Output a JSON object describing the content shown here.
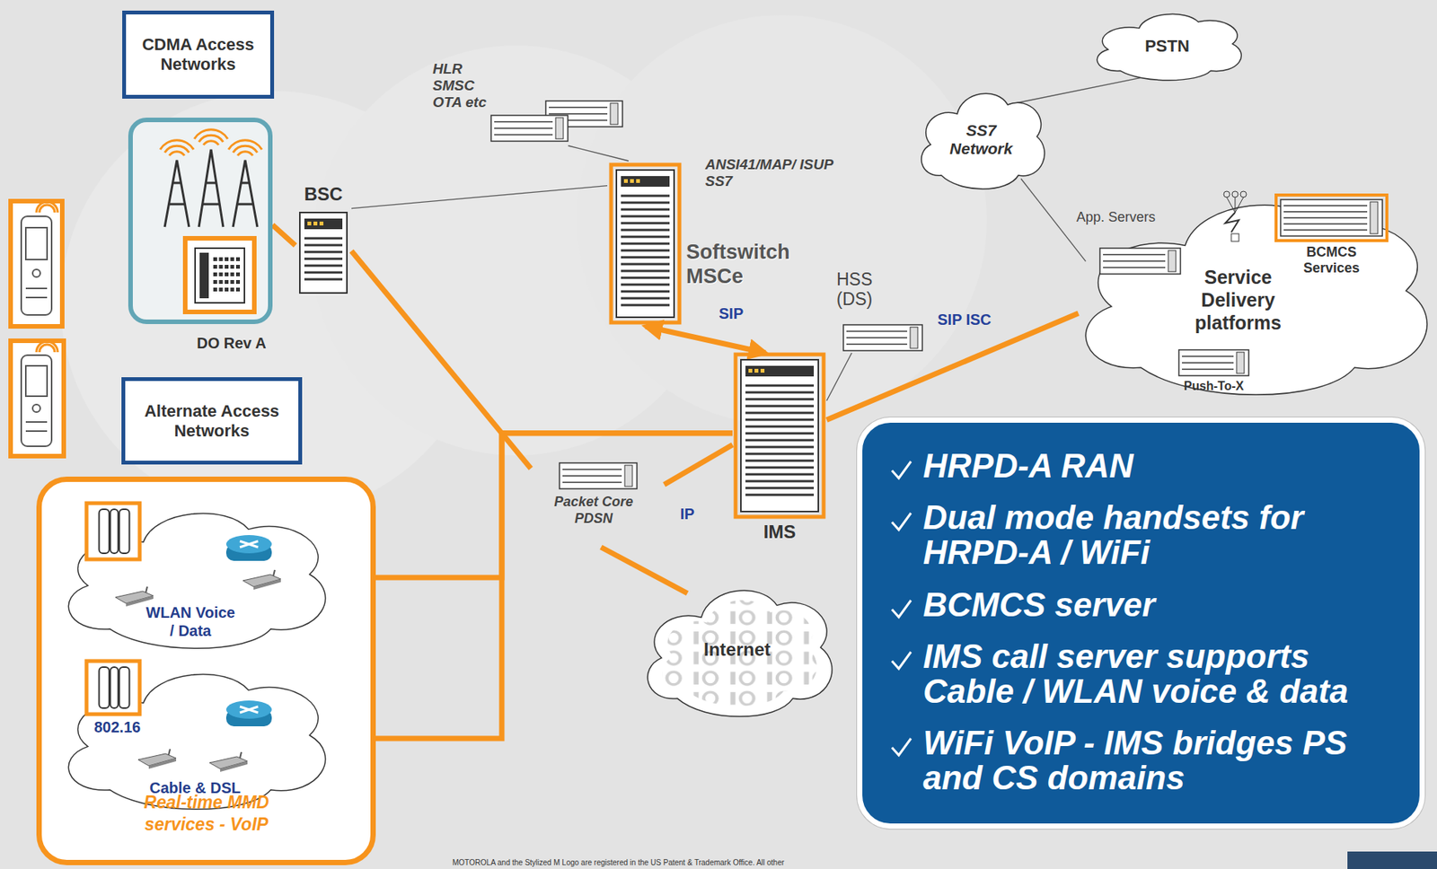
{
  "diagram": {
    "nodes": [
      {
        "text": [
          "CDMA Access Networks"
        ]
      },
      {
        "text": [
          "DO Rev A"
        ]
      },
      {
        "text": [
          "BSC"
        ]
      },
      {
        "text": [
          "HLR SMSC OTA etc"
        ]
      },
      {
        "text": [
          "Softswitch MSCe"
        ]
      },
      {
        "text": [
          "PSTN"
        ]
      },
      {
        "text": [
          "SS7 Network"
        ]
      },
      {
        "text": [
          "App. Servers",
          "Service Delivery platforms"
        ]
      },
      {
        "text": [
          "BCMCS Services"
        ],
        "in": 7
      },
      {
        "text": [
          "Push-To-X"
        ],
        "in": 7
      },
      {
        "text": [
          "HSS (DS)"
        ]
      },
      {
        "text": [
          "IMS"
        ]
      },
      {
        "text": [
          "Alternate Access Networks"
        ]
      },
      {
        "text": [
          "Real-time MMD services - VoIP"
        ]
      },
      {
        "text": [
          "WLAN Voice / Data"
        ],
        "in": 13
      },
      {
        "text": [
          "802.16",
          "Cable & DSL"
        ],
        "in": 13
      },
      {
        "text": [
          "Packet Core PDSN"
        ]
      },
      {
        "text": [
          "Internet"
        ]
      },
      {
        "text": [
          "HRPD-A RAN",
          "Dual mode handsets for HRPD-A / WiFi",
          "BCMCS server",
          "IMS call server supports Cable / WLAN voice & data",
          "WiFi VoIP - IMS bridges PS and CS domains"
        ]
      }
    ],
    "edges": [
      {
        "from": 1,
        "to": 2,
        "arrow": "none"
      },
      {
        "from": 2,
        "to": 16,
        "arrow": "none"
      },
      {
        "from": 2,
        "to": 4,
        "arrow": "none"
      },
      {
        "from": 3,
        "to": 4,
        "arrow": "none"
      },
      {
        "from": 4,
        "to": 11,
        "label": "SIP",
        "arrow": "both"
      },
      {
        "from": 10,
        "to": 11,
        "arrow": "none"
      },
      {
        "from": 11,
        "to": 7,
        "label": "SIP ISC",
        "arrow": "none"
      },
      {
        "from": 16,
        "to": 11,
        "arrow": "none"
      },
      {
        "from": 16,
        "to": 17,
        "label": "IP",
        "arrow": "none"
      },
      {
        "from": 14,
        "to": 11,
        "arrow": "none"
      },
      {
        "from": 15,
        "to": 11,
        "arrow": "none"
      },
      {
        "from": 6,
        "to": 5,
        "arrow": "none"
      },
      {
        "from": 6,
        "to": 7,
        "arrow": "none"
      }
    ],
    "labels": [
      "ANSI41/MAP/ ISUP SS7",
      "MOTOROLA and the Stylized M Logo are registered in the US Patent & Trademark Office. All other"
    ]
  }
}
